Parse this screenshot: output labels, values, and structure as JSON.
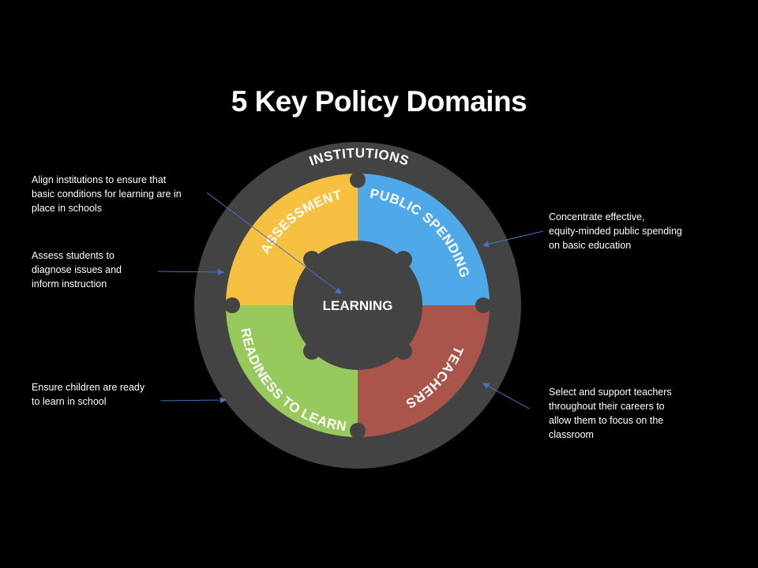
{
  "title": "5 Key Policy Domains",
  "center": "LEARNING",
  "ring_label": "INSTITUTIONS",
  "segments": {
    "assessment": {
      "label": "ASSESSMENT",
      "color": "#F6C141"
    },
    "public_spending": {
      "label": "PUBLIC SPENDING",
      "color": "#4FA8E8"
    },
    "teachers": {
      "label": "TEACHERS",
      "color": "#A9554C"
    },
    "readiness": {
      "label": "READINESS TO LEARN",
      "color": "#97C95C"
    }
  },
  "colors": {
    "background": "#000000",
    "outer_ring": "#434343",
    "inner_hub": "#434343",
    "arrow": "#4472C4"
  },
  "annotations": {
    "institutions": [
      "Align institutions to ensure that",
      "basic conditions for learning are in",
      "place in schools"
    ],
    "assessment": [
      "Assess students to",
      "diagnose issues and",
      "inform instruction"
    ],
    "readiness": [
      "Ensure children are ready",
      "to learn in school"
    ],
    "public_spending": [
      "Concentrate effective,",
      "equity-minded public spending",
      "on basic education"
    ],
    "teachers": [
      "Select and support teachers",
      "throughout their careers to",
      "allow them to focus on the",
      "classroom"
    ]
  }
}
